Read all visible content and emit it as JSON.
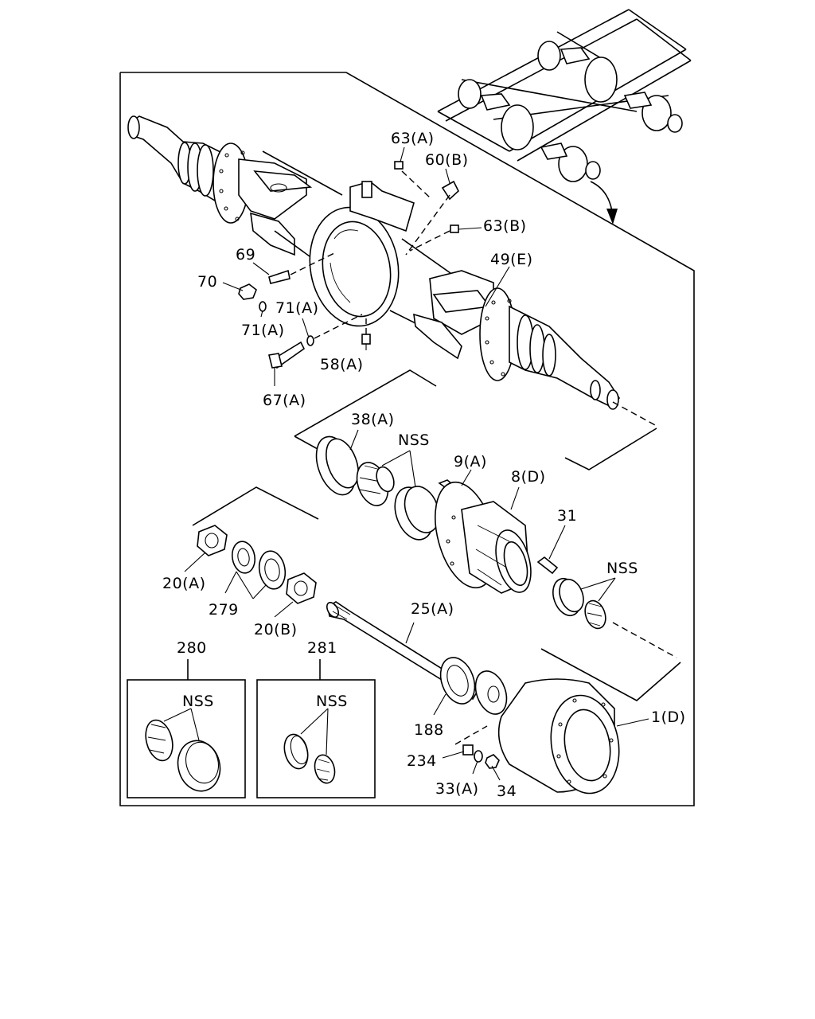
{
  "labels": {
    "l63a": "63(A)",
    "l60b": "60(B)",
    "l63b": "63(B)",
    "l49e": "49(E)",
    "l69": "69",
    "l70": "70",
    "l71a_1": "71(A)",
    "l71a_2": "71(A)",
    "l58a": "58(A)",
    "l67a": "67(A)",
    "l38a": "38(A)",
    "lnss_1": "NSS",
    "l9a": "9(A)",
    "l8d": "8(D)",
    "l31": "31",
    "lnss_2": "NSS",
    "l20a": "20(A)",
    "l279": "279",
    "l20b": "20(B)",
    "l25a": "25(A)",
    "l280": "280",
    "l281": "281",
    "lnss_3": "NSS",
    "lnss_4": "NSS",
    "l188": "188",
    "l1d": "1(D)",
    "l234": "234",
    "l33a": "33(A)",
    "l34": "34"
  },
  "icons": [
    "axle-housing-icon",
    "truck-frame-icon",
    "hub-icon",
    "brake-drum-icon",
    "bearing-icon",
    "nut-icon",
    "washer-icon",
    "axle-shaft-icon"
  ]
}
